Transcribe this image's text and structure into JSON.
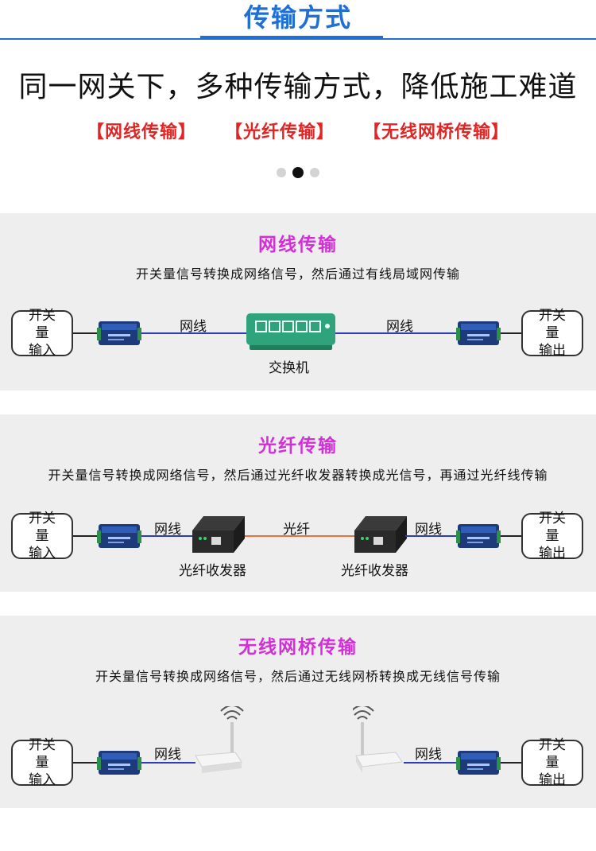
{
  "header": {
    "title": "传输方式"
  },
  "headline": "同一网关下，多种传输方式，降低施工难道",
  "tags": [
    "【网线传输】",
    "【光纤传输】",
    "【无线网桥传输】"
  ],
  "carousel": {
    "count": 3,
    "active_index": 1
  },
  "colors": {
    "accent": "#1e6fd8",
    "tag": "#e02525",
    "panel_title": "#d22fd6",
    "ethernet": "#2d3bbd",
    "fiber": "#e8703d",
    "switch": "#2ea37c",
    "panel_bg": "#eeeeee"
  },
  "sections": [
    {
      "title": "网线传输",
      "description": "开关量信号转换成网络信号，然后通过有线局域网传输",
      "input_label": [
        "开关量",
        "输入"
      ],
      "output_label": [
        "开关量",
        "输出"
      ],
      "left_cable": "网线",
      "right_cable": "网线",
      "center_device": "交换机"
    },
    {
      "title": "光纤传输",
      "description": "开关量信号转换成网络信号，然后通过光纤收发器转换成光信号，再通过光纤线传输",
      "input_label": [
        "开关量",
        "输入"
      ],
      "output_label": [
        "开关量",
        "输出"
      ],
      "left_cable": "网线",
      "middle_cable": "光纤",
      "right_cable": "网线",
      "left_device": "光纤收发器",
      "right_device": "光纤收发器"
    },
    {
      "title": "无线网桥传输",
      "description": "开关量信号转换成网络信号，然后通过无线网桥转换成无线信号传输",
      "input_label": [
        "开关量",
        "输入"
      ],
      "output_label": [
        "开关量",
        "输出"
      ],
      "left_cable": "网线",
      "right_cable": "网线"
    }
  ]
}
